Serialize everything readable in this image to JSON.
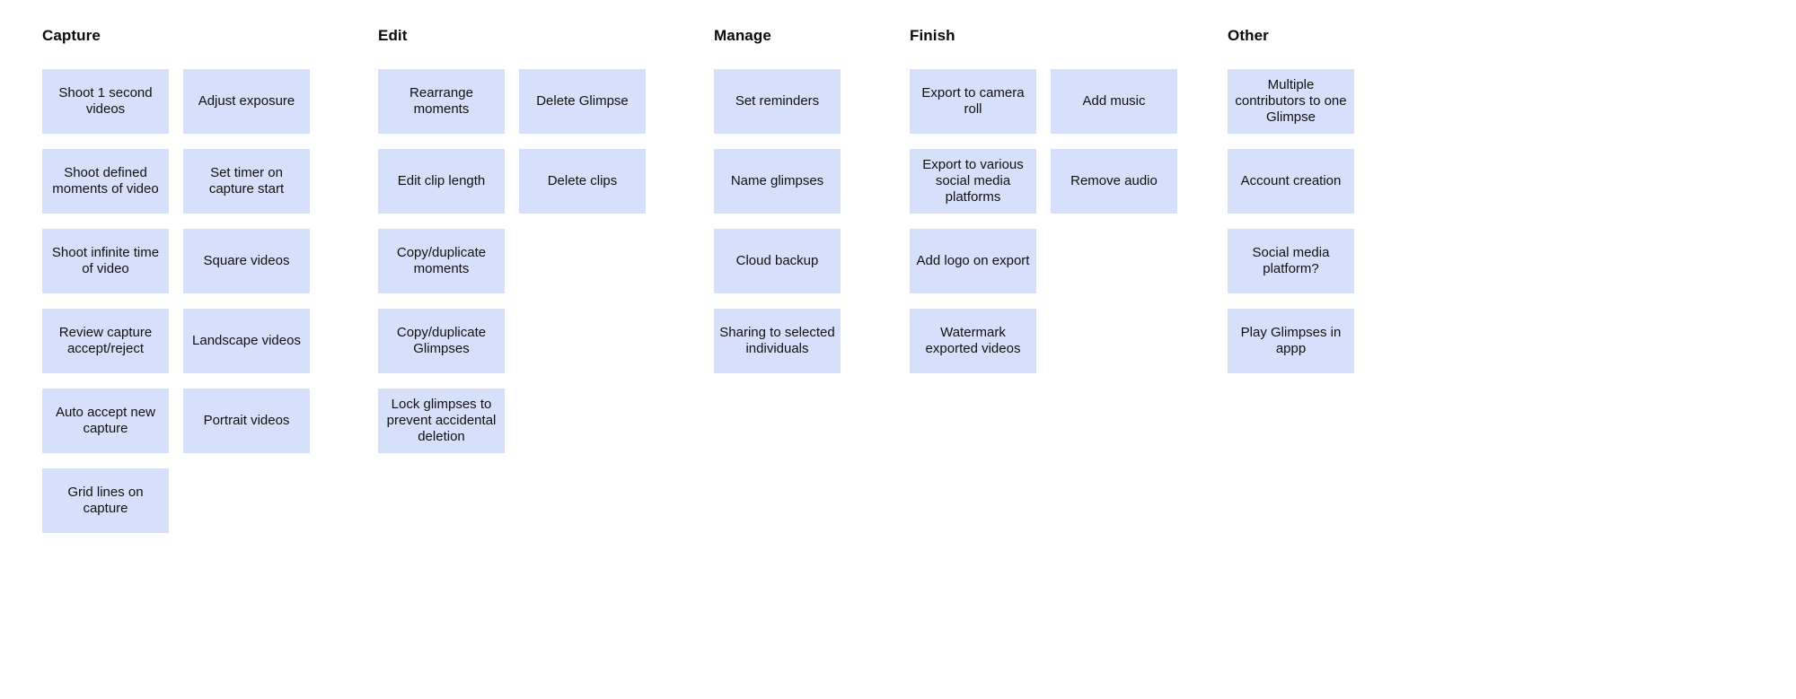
{
  "board": {
    "background": "#ffffff",
    "card_color": "#d6e0fa",
    "text_color": "#111111",
    "title_color": "#0b0b0b"
  },
  "groups": [
    {
      "id": "capture",
      "title": "Capture",
      "columns": [
        {
          "cards": [
            {
              "label": "Shoot 1 second videos"
            },
            {
              "label": "Shoot defined moments of video"
            },
            {
              "label": "Shoot infinite time of video"
            },
            {
              "label": "Review capture accept/reject"
            },
            {
              "label": "Auto accept new capture"
            },
            {
              "label": "Grid lines on capture"
            }
          ]
        },
        {
          "cards": [
            {
              "label": "Adjust exposure"
            },
            {
              "label": "Set timer on capture start"
            },
            {
              "label": "Square videos"
            },
            {
              "label": "Landscape videos"
            },
            {
              "label": "Portrait videos"
            }
          ]
        }
      ]
    },
    {
      "id": "edit",
      "title": "Edit",
      "columns": [
        {
          "cards": [
            {
              "label": "Rearrange moments"
            },
            {
              "label": "Edit clip length"
            },
            {
              "label": "Copy/duplicate moments"
            },
            {
              "label": "Copy/duplicate Glimpses"
            },
            {
              "label": "Lock glimpses to prevent accidental deletion"
            }
          ]
        },
        {
          "cards": [
            {
              "label": "Delete Glimpse"
            },
            {
              "label": "Delete clips"
            }
          ]
        }
      ]
    },
    {
      "id": "manage",
      "title": "Manage",
      "columns": [
        {
          "cards": [
            {
              "label": "Set reminders"
            },
            {
              "label": "Name glimpses"
            },
            {
              "label": "Cloud backup"
            },
            {
              "label": "Sharing to selected individuals"
            }
          ]
        }
      ]
    },
    {
      "id": "finish",
      "title": "Finish",
      "columns": [
        {
          "cards": [
            {
              "label": "Export to camera roll"
            },
            {
              "label": "Export to various social media platforms"
            },
            {
              "label": "Add logo on export"
            },
            {
              "label": "Watermark exported videos"
            }
          ]
        },
        {
          "cards": [
            {
              "label": "Add music"
            },
            {
              "label": "Remove audio"
            }
          ]
        }
      ]
    },
    {
      "id": "other",
      "title": "Other",
      "columns": [
        {
          "cards": [
            {
              "label": "Multiple contributors to one Glimpse"
            },
            {
              "label": "Account creation"
            },
            {
              "label": "Social media platform?"
            },
            {
              "label": "Play Glimpses in appp"
            }
          ]
        }
      ]
    }
  ]
}
